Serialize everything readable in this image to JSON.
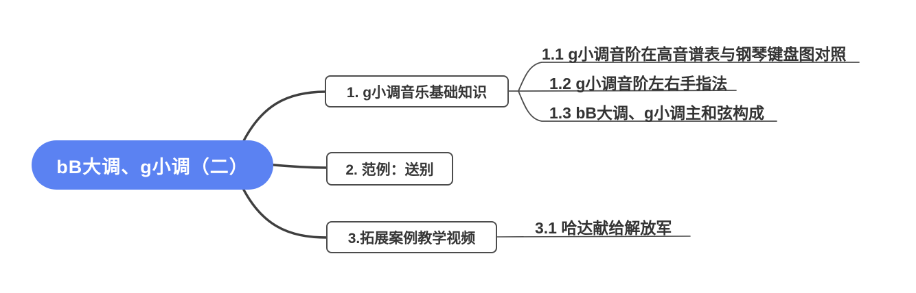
{
  "root": {
    "label": "bB大调、g小调（二）"
  },
  "branches": [
    {
      "label": "1. g小调音乐基础知识",
      "children": [
        "1.1 g小调音阶在高音谱表与钢琴键盘图对照",
        "1.2 g小调音阶左右手指法",
        "1.3 bB大调、g小调主和弦构成"
      ]
    },
    {
      "label": "2. 范例：送别",
      "children": []
    },
    {
      "label": "3.拓展案例教学视频",
      "children": [
        "3.1 哈达献给解放军"
      ]
    }
  ],
  "colors": {
    "root_fill": "#5b82f2",
    "root_text": "#ffffff",
    "node_border": "#4c4c4c",
    "node_text": "#363636",
    "root_connector": "#3f3f3f",
    "branch_line": "#4c4c4c",
    "background": "#ffffff"
  }
}
